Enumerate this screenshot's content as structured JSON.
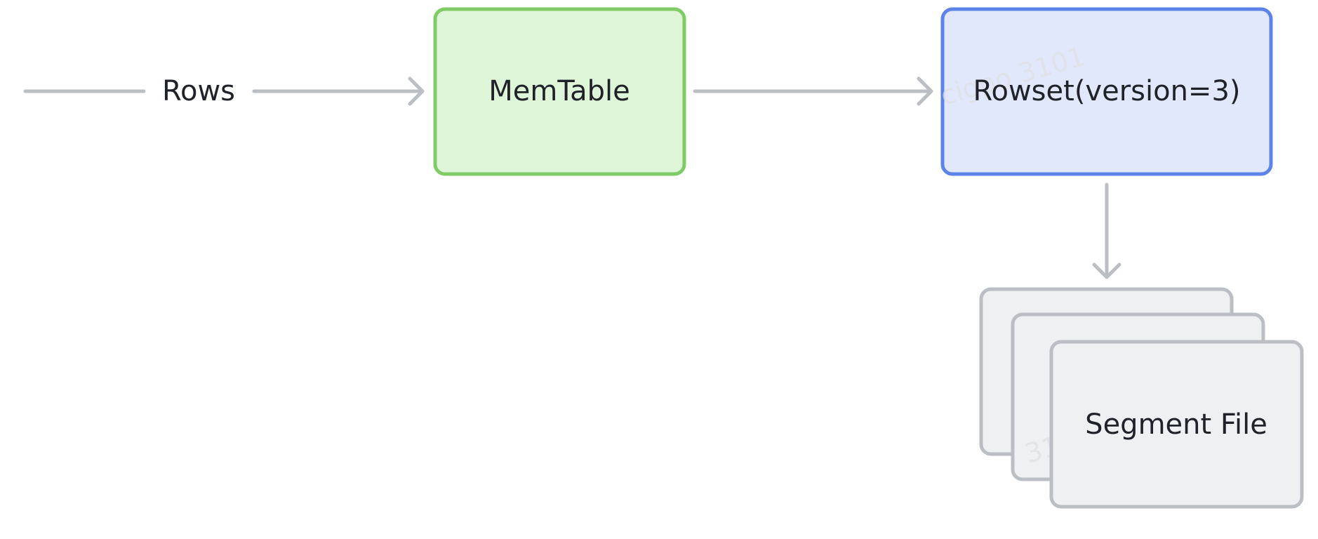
{
  "diagram": {
    "edges": {
      "input_label": "Rows"
    },
    "nodes": {
      "memtable": {
        "label": "MemTable",
        "fill": "#dff5d8",
        "stroke": "#7fcc67"
      },
      "rowset": {
        "label": "Rowset(version=3)",
        "fill": "#e2e8fb",
        "stroke": "#5b83e8"
      },
      "segment": {
        "label": "Segment File",
        "fill": "#eff0f1",
        "stroke": "#bbbfc4"
      }
    },
    "edge_color": "#bbbfc4",
    "text_color": "#1f2329",
    "watermark": {
      "text_1": "cigpo 3101",
      "text_2": "3101"
    }
  }
}
